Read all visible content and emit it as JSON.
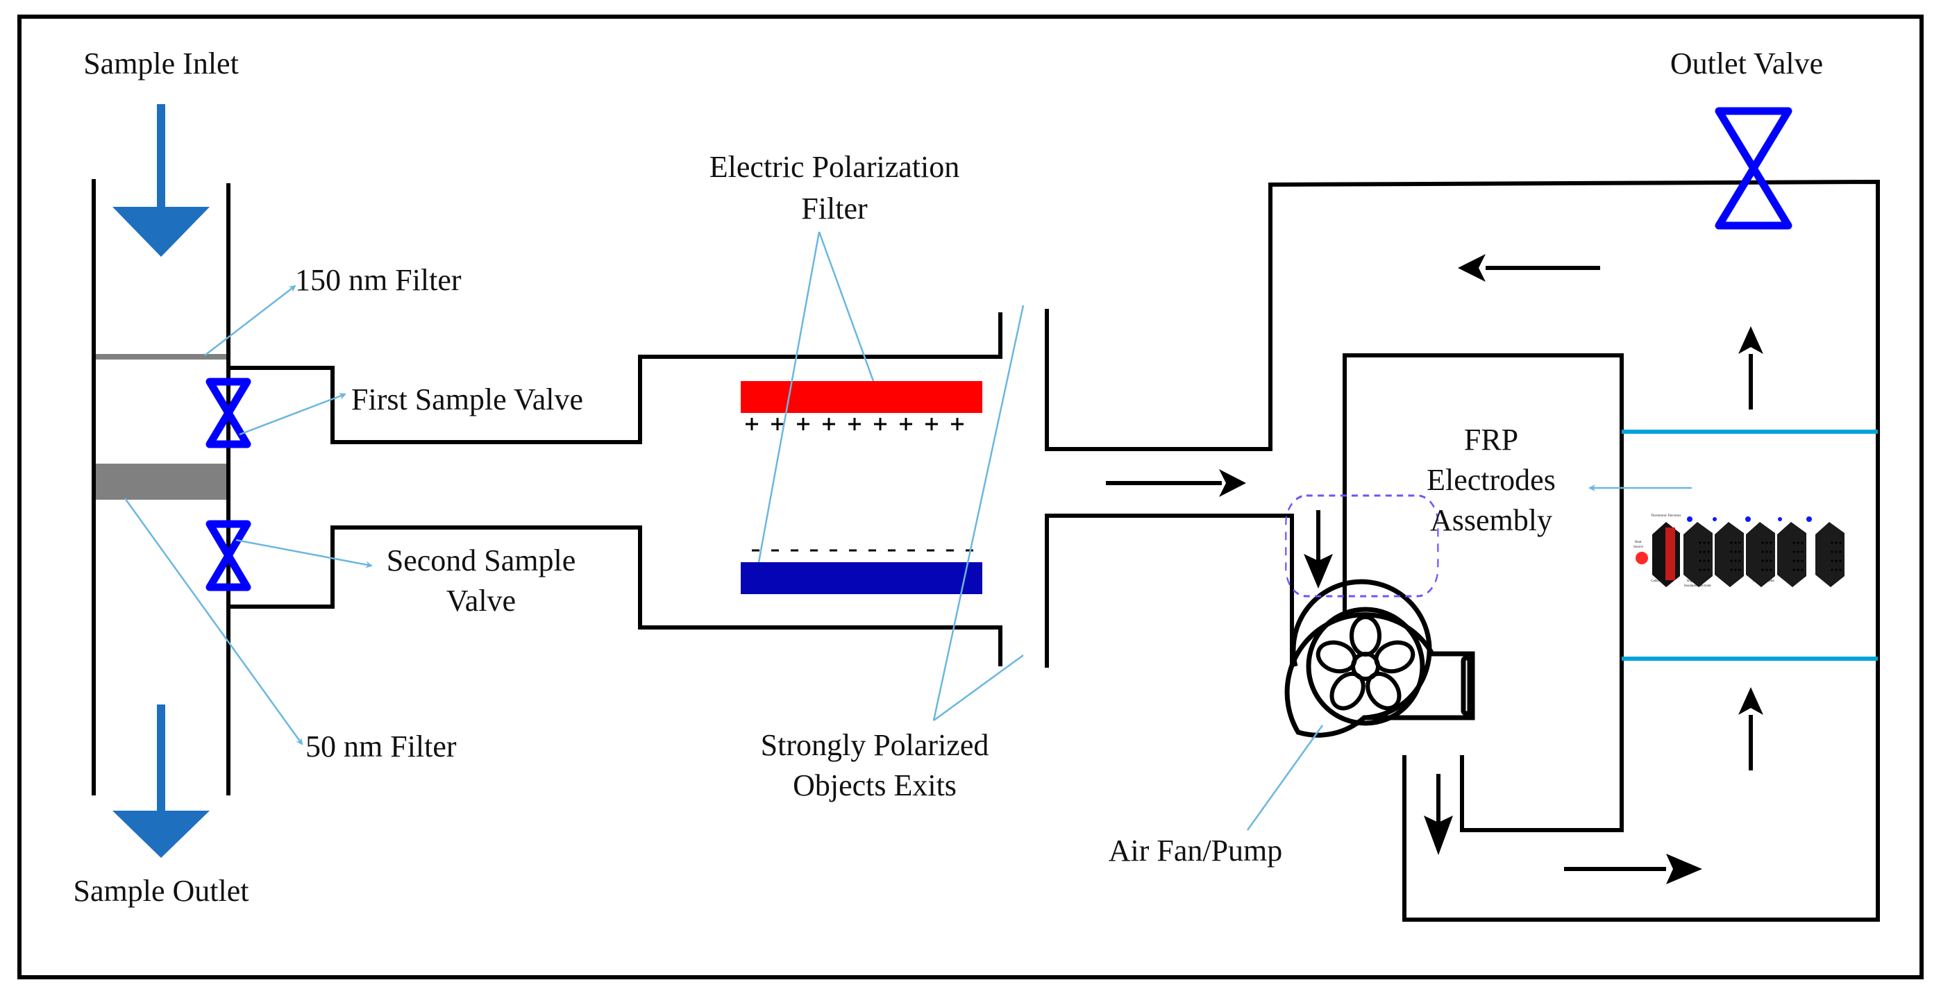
{
  "figure": {
    "title": "Sample filtration and FRP electrode air circulation system",
    "colors": {
      "positive_plate": "#ff0000",
      "negative_plate": "#0505b5",
      "valve": "#0000ff",
      "sample_arrow": "#1f6fbf",
      "leader_line": "#6ab7e0",
      "mesh_line": "#00a3d9",
      "filter_gray": "#808080"
    }
  },
  "labels": {
    "sample_inlet": "Sample Inlet",
    "sample_outlet": "Sample Outlet",
    "filter_150": "150 nm Filter",
    "filter_50": "50 nm Filter",
    "first_valve": "First Sample Valve",
    "second_valve_line1": "Second Sample",
    "second_valve_line2": "Valve",
    "epf_line1": "Electric Polarization",
    "epf_line2": "Filter",
    "exits_line1": "Strongly Polarized",
    "exits_line2": "Objects Exits",
    "frp_line1": "FRP",
    "frp_line2": "Electrodes",
    "frp_line3": "Assembly",
    "outlet_valve": "Outlet Valve",
    "air_fan": "Air Fan/Pump",
    "positive_charges": "+ + + + + + + + +",
    "positive_charge_count": 9,
    "negative_charge_count": 12
  },
  "inset": {
    "thermionic": "Thermionic Electrons",
    "heat_source_1": "Heat",
    "heat_source_2": "Source",
    "cathode": "Cathode",
    "hv_1": "High Voltage",
    "hv_2": "Insulated Electrode",
    "frp_electrodes": "FRP Electrodes",
    "anode": "Anode"
  }
}
